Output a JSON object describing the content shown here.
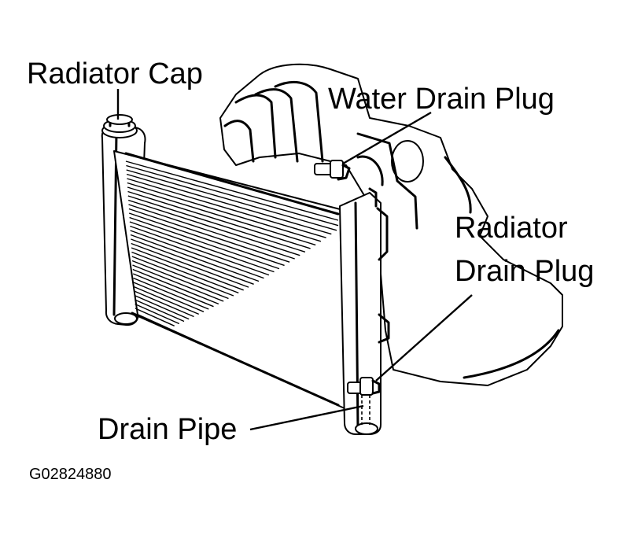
{
  "labels": {
    "radiator_cap": "Radiator Cap",
    "water_drain_plug": "Water Drain Plug",
    "radiator_drain_plug_line1": "Radiator",
    "radiator_drain_plug_line2": "Drain Plug",
    "drain_pipe": "Drain Pipe"
  },
  "figure_code": "G02824880"
}
